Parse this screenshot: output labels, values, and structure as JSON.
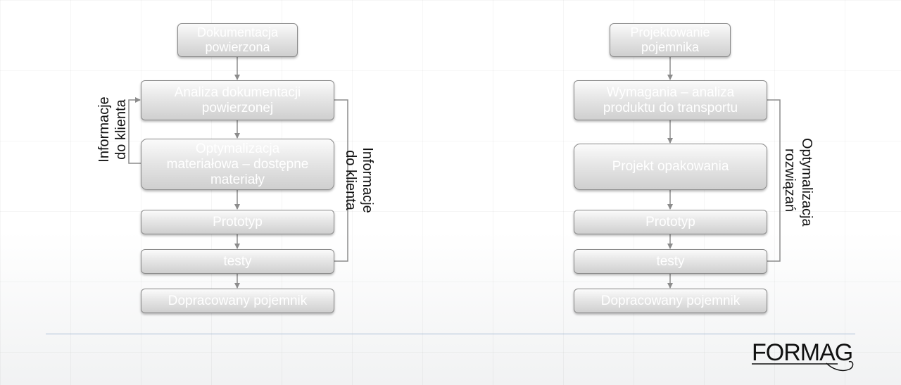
{
  "left_flow": {
    "box1": [
      "Dokumentacja",
      "powierzona"
    ],
    "box2": [
      "Analiza dokumentacji",
      "powierzonej"
    ],
    "box3": [
      "Optymalizacja",
      "materiałowa – dostępne",
      "materiały"
    ],
    "box4": "Prototyp",
    "box5": "testy",
    "box6": "Dopracowany pojemnik",
    "feedback_left": [
      "Informacje",
      "do klienta"
    ],
    "feedback_right": [
      "Informacje",
      "do klienta"
    ]
  },
  "right_flow": {
    "box1": [
      "Projektowanie",
      "pojemnika"
    ],
    "box2": [
      "Wymagania – analiza",
      "produktu do transportu"
    ],
    "box3": "Projekt opakowania",
    "box4": "Prototyp",
    "box5": "testy",
    "box6": "Dopracowany pojemnik",
    "feedback_right": [
      "Optymalizacja",
      "rozwiązań"
    ]
  },
  "logo": {
    "text": "FORMAG"
  },
  "colors": {
    "box_text": "#ffffff",
    "connector": "#8c8c8c",
    "rule": "#a9bed6"
  }
}
